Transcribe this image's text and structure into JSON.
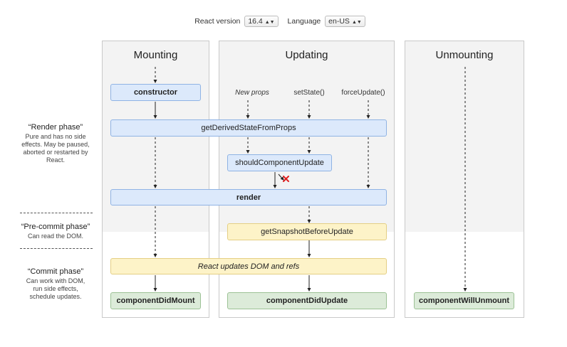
{
  "header": {
    "react_version_label": "React version",
    "react_version_value": "16.4",
    "language_label": "Language",
    "language_value": "en-US"
  },
  "columns": {
    "mounting": "Mounting",
    "updating": "Updating",
    "unmounting": "Unmounting"
  },
  "phases": {
    "render": {
      "title": "“Render phase”",
      "desc": "Pure and has no side effects. May be paused, aborted or restarted by React."
    },
    "precommit": {
      "title": "“Pre-commit phase”",
      "desc": "Can read the DOM."
    },
    "commit": {
      "title": "“Commit phase”",
      "desc": "Can work with DOM, run side effects, schedule updates."
    }
  },
  "triggers": {
    "new_props": "New props",
    "set_state": "setState()",
    "force_update": "forceUpdate()"
  },
  "methods": {
    "constructor": "constructor",
    "get_derived_state": "getDerivedStateFromProps",
    "should_update": "shouldComponentUpdate",
    "render": "render",
    "get_snapshot": "getSnapshotBeforeUpdate",
    "react_updates": "React updates DOM and refs",
    "did_mount": "componentDidMount",
    "did_update": "componentDidUpdate",
    "will_unmount": "componentWillUnmount"
  },
  "colors": {
    "render_box": "#dce9fb",
    "precommit_box": "#fdf3c8",
    "commit_box": "#dcebd9",
    "phase_shade": "#f3f3f3",
    "cancel_mark": "#e02020"
  }
}
